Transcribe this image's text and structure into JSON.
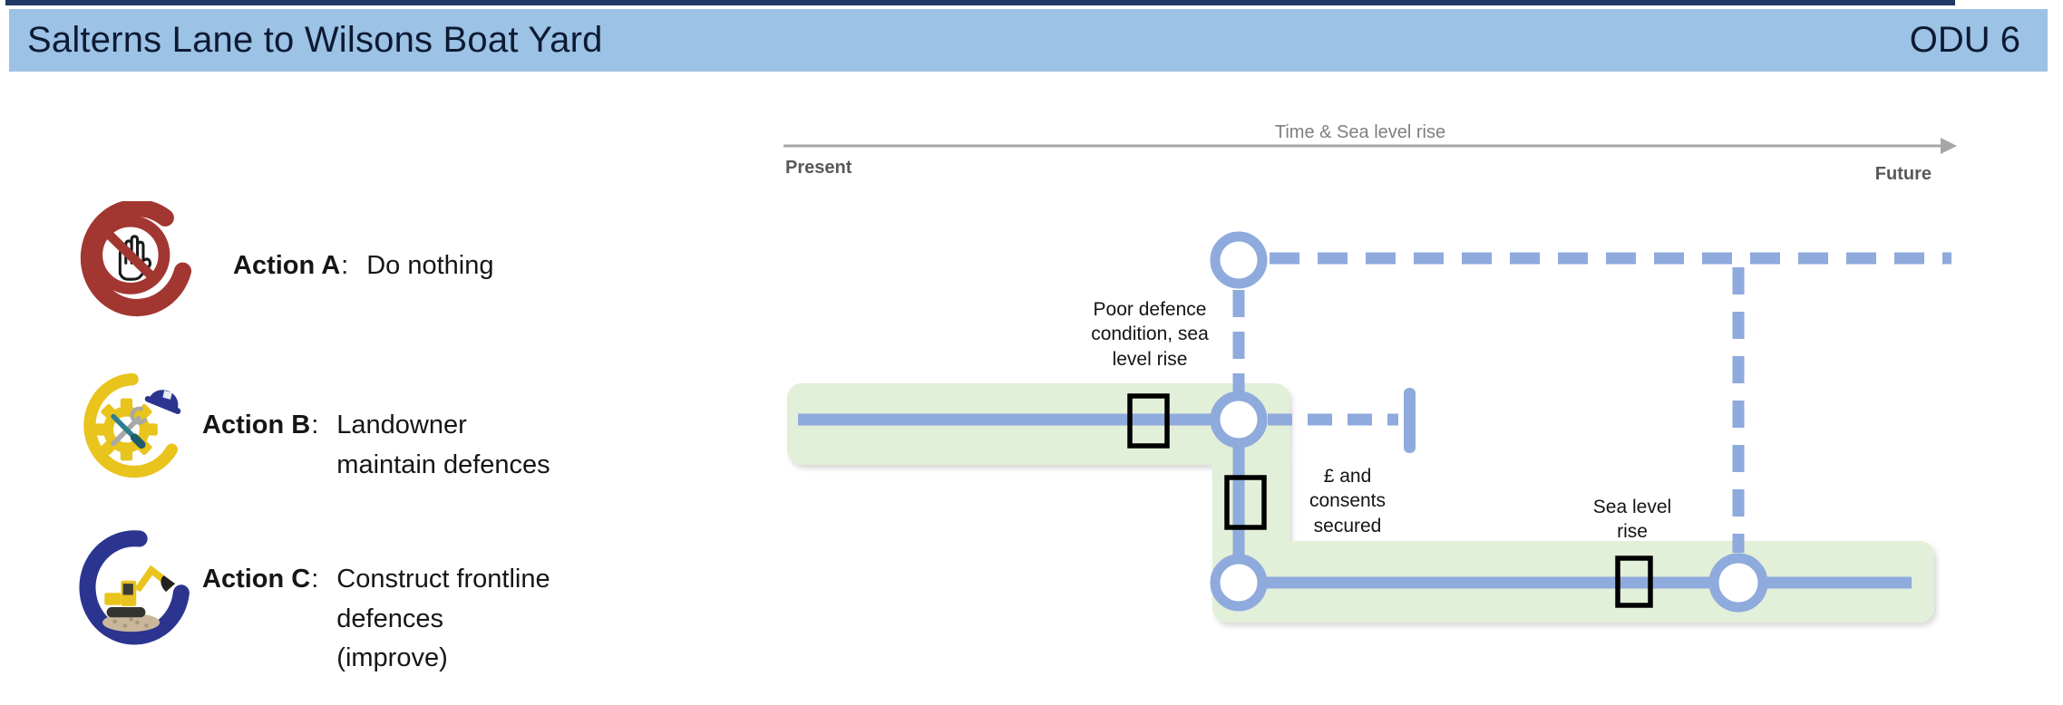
{
  "header": {
    "title": "Salterns Lane to Wilsons Boat Yard",
    "code": "ODU 6",
    "bg_color": "#9CC2E5",
    "top_strip_color": "#1F3864"
  },
  "timeline": {
    "axis_label": "Time & Sea level rise",
    "left_label": "Present",
    "right_label": "Future",
    "axis_color": "#A6A6A6"
  },
  "legend": {
    "items": [
      {
        "label": "Action A",
        "colon": ":",
        "description": "Do nothing",
        "icon": "prohibition-hand-icon"
      },
      {
        "label": "Action B",
        "colon": ":",
        "description": "Landowner maintain defences",
        "icon": "gear-tools-hardhat-icon"
      },
      {
        "label": "Action C",
        "colon": ":",
        "description": "Construct frontline defences (improve)",
        "icon": "excavator-swirl-icon"
      }
    ]
  },
  "pathway": {
    "line_color": "#8FAADC",
    "highlight_color": "#E2EFD9",
    "marker_color": "#000000",
    "annotations": {
      "trigger_a_b": "Poor defence condition, sea level rise",
      "trigger_b_c": "£ and consents secured",
      "trigger_c": "Sea level rise"
    }
  },
  "icon_colors": {
    "red": "#A23732",
    "yellow": "#E9C41C",
    "navy": "#2B3590",
    "teal": "#2E7F91"
  }
}
